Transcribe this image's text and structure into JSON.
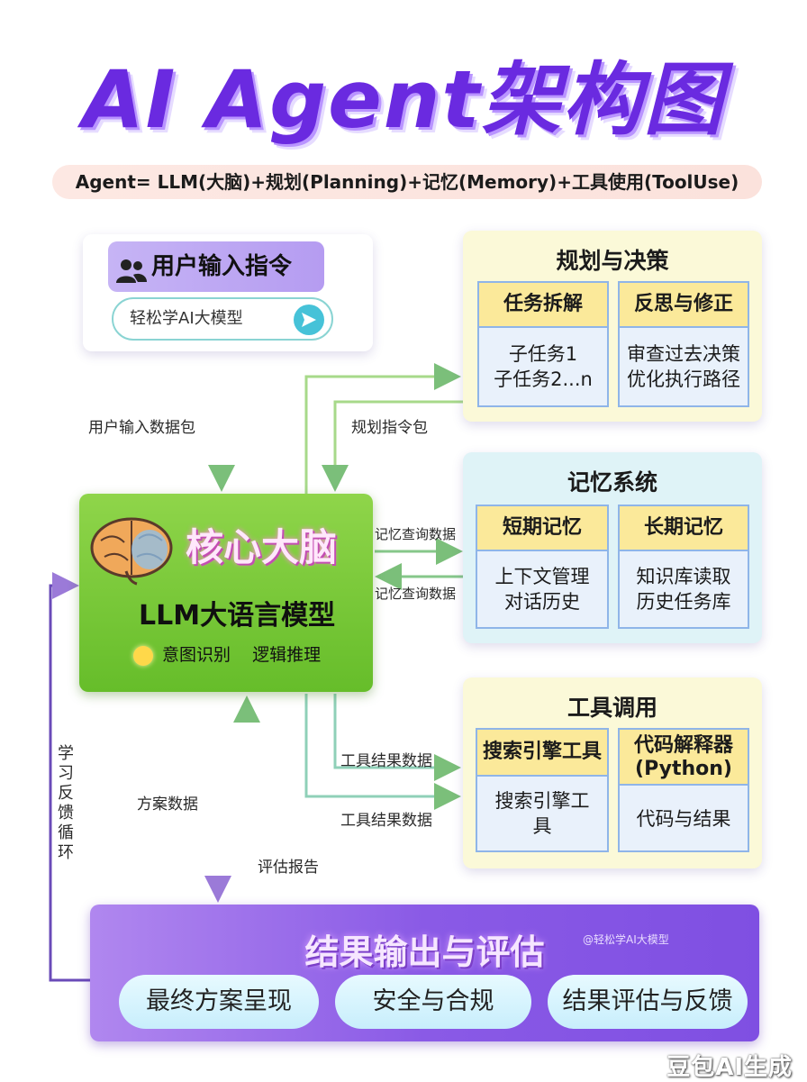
{
  "title": "AI Agent架构图",
  "formula": "Agent= LLM(大脑)+规划(Planning)+记忆(Memory)+工具使用(ToolUse)",
  "user_panel": {
    "title": "用户输入指令",
    "input_placeholder": "轻松学AI大模型",
    "icon": "users-icon"
  },
  "core": {
    "title": "核心大脑",
    "subtitle": "LLM大语言模型",
    "tags": [
      "意图识别",
      "逻辑推理"
    ],
    "icon": "brain-icon"
  },
  "planning": {
    "title": "规划与决策",
    "cells": [
      {
        "head": "任务拆解",
        "lines": [
          "子任务1",
          "子任务2...n"
        ]
      },
      {
        "head": "反思与修正",
        "lines": [
          "审查过去决策",
          "优化执行路径"
        ]
      }
    ]
  },
  "memory": {
    "title": "记忆系统",
    "cells": [
      {
        "head": "短期记忆",
        "lines": [
          "上下文管理",
          "对话历史"
        ]
      },
      {
        "head": "长期记忆",
        "lines": [
          "知识库读取",
          "历史任务库"
        ]
      }
    ]
  },
  "tools": {
    "title": "工具调用",
    "cells": [
      {
        "head": "搜索引擎工具",
        "lines": [
          "搜索引擎工",
          "具"
        ]
      },
      {
        "head": "代码解释器",
        "head2": "(Python)",
        "lines": [
          "代码与结果"
        ]
      }
    ]
  },
  "flow_labels": {
    "user_to_core": "用户输入数据包",
    "plan_packet": "规划指令包",
    "memory_query_1": "记忆查询数据",
    "memory_query_2": "记忆查询数据",
    "tool_result_1": "工具结果数据",
    "tool_result_2": "工具结果数据",
    "plan_data": "方案数据",
    "eval_report": "评估报告",
    "feedback_loop": "学习反馈循环"
  },
  "result": {
    "title": "结果输出与评估",
    "watermark": "@轻松学AI大模型",
    "pills": [
      "最终方案呈现",
      "安全与合规",
      "结果评估与反馈"
    ]
  },
  "brand": "豆包AI生成",
  "colors": {
    "title": "#6a2ae0",
    "core_green": "#6cc230",
    "result_purple": "#8a5ae6",
    "cell_head_yellow": "#fbe99a"
  }
}
